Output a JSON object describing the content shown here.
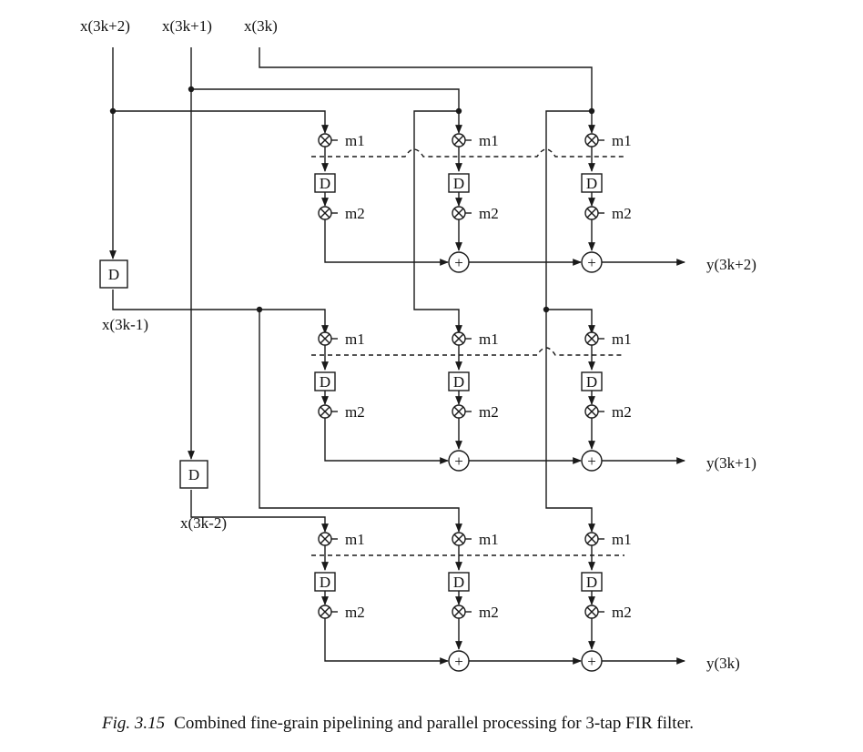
{
  "diagram": {
    "inputs": {
      "x_3k_plus_2": "x(3k+2)",
      "x_3k_plus_1": "x(3k+1)",
      "x_3k": "x(3k)",
      "x_3k_minus_1": "x(3k-1)",
      "x_3k_minus_2": "x(3k-2)"
    },
    "outputs": {
      "y_3k_plus_2": "y(3k+2)",
      "y_3k_plus_1": "y(3k+1)",
      "y_3k": "y(3k)"
    },
    "delay_label": "D",
    "multiplier_stage1": "m1",
    "multiplier_stage2": "m2",
    "multiplier_symbol": "⊗",
    "adder_symbol": "+"
  },
  "caption": {
    "figure_number": "Fig. 3.15",
    "text": "Combined fine-grain pipelining and parallel processing for 3-tap FIR filter."
  }
}
